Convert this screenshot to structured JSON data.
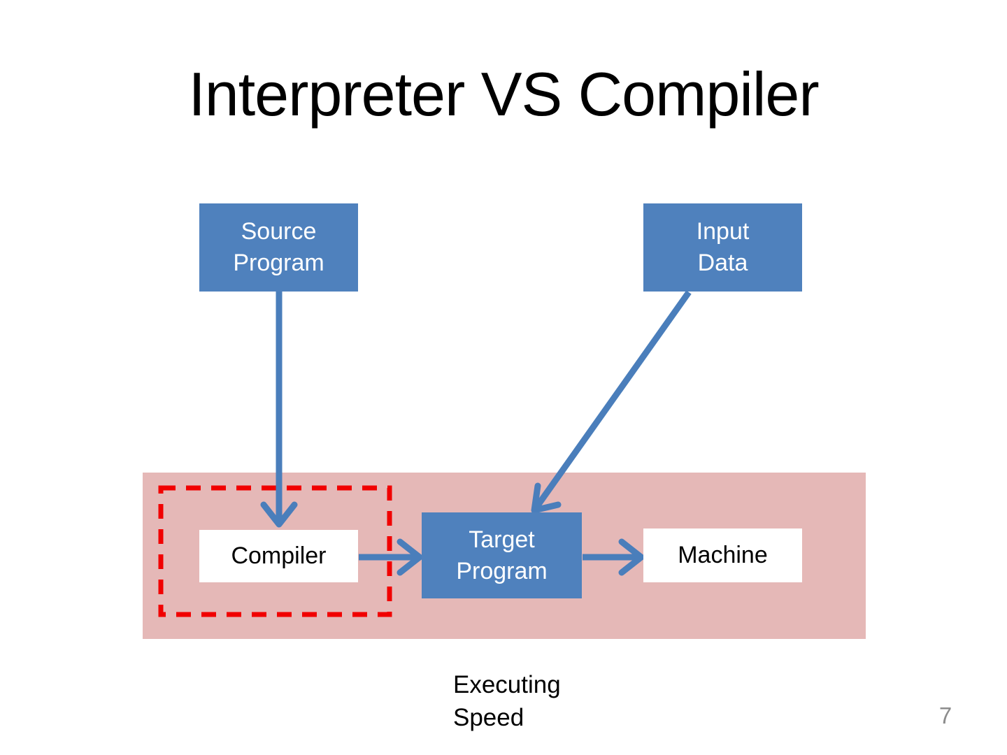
{
  "slide": {
    "title": "Interpreter VS Compiler",
    "page_number": "7"
  },
  "diagram": {
    "source_program": {
      "line1": "Source",
      "line2": "Program"
    },
    "input_data": {
      "line1": "Input",
      "line2": "Data"
    },
    "compiler": {
      "label": "Compiler"
    },
    "target_program": {
      "line1": "Target",
      "line2": "Program"
    },
    "machine": {
      "label": "Machine"
    },
    "caption": {
      "line1": "Executing",
      "line2": "Speed"
    }
  },
  "colors": {
    "box_blue": "#4F81BD",
    "arrow_blue": "#4A7EBB",
    "band_pink": "#E5B8B7",
    "dash_red": "#F10000",
    "title_black": "#000000",
    "page_gray": "#8C8C8C"
  }
}
